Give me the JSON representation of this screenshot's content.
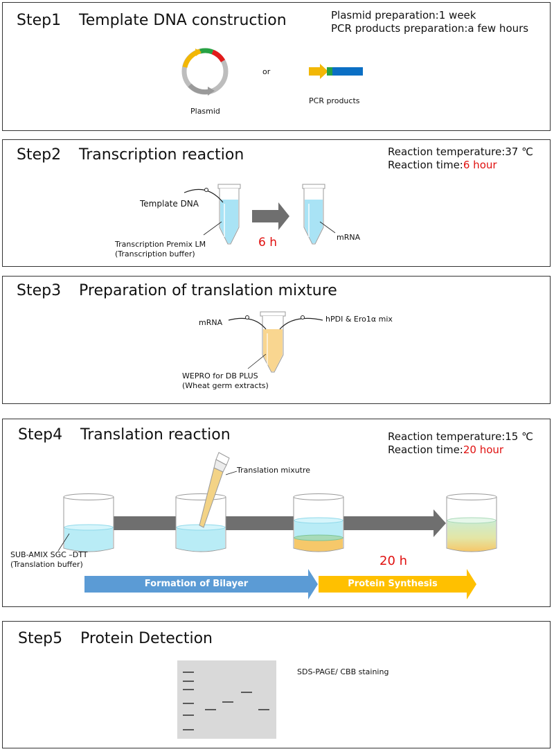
{
  "step1": {
    "step": "Step1",
    "title": "Template DNA construction",
    "info1": "Plasmid preparation:1 week",
    "info2": "PCR products preparation:a few hours",
    "plasmid_label": "Plasmid",
    "or_label": "or",
    "pcr_label": "PCR products"
  },
  "step2": {
    "step": "Step2",
    "title": "Transcription reaction",
    "temp": "Reaction temperature:37 ℃",
    "time_prefix": "Reaction time:",
    "time_value": "6 hour",
    "template_label": "Template DNA",
    "premix_label1": "Transcription Premix LM",
    "premix_label2": "(Transcription buffer)",
    "duration": "6 h",
    "mrna_label": "mRNA"
  },
  "step3": {
    "step": "Step3",
    "title": "Preparation of translation mixture",
    "mrna_label": "mRNA",
    "hpdi_label": "hPDI & Ero1α mix",
    "wepro_label1": "WEPRO for DB PLUS",
    "wepro_label2": "(Wheat germ extracts)"
  },
  "step4": {
    "step": "Step4",
    "title": "Translation reaction",
    "temp": "Reaction temperature:15 ℃",
    "time_prefix": "Reaction time:",
    "time_value": "20 hour",
    "mixture_label": "Translation mixutre",
    "buffer_label1": "SUB-AMIX SGC –DTT",
    "buffer_label2": "(Translation buffer)",
    "duration": "20 h",
    "bilayer_label": "Formation of Bilayer",
    "synthesis_label": "Protein Synthesis"
  },
  "step5": {
    "step": "Step5",
    "title": "Protein Detection",
    "gel_label": "SDS-PAGE/ CBB staining"
  },
  "colors": {
    "red": "#e0100f",
    "blue_arrow": "#5b9bd5",
    "yellow_arrow": "#ffc000",
    "gray_arrow": "#6f6f6f",
    "cyan_liquid": "#7fd8ee",
    "yellow_liquid": "#f8c96a"
  }
}
